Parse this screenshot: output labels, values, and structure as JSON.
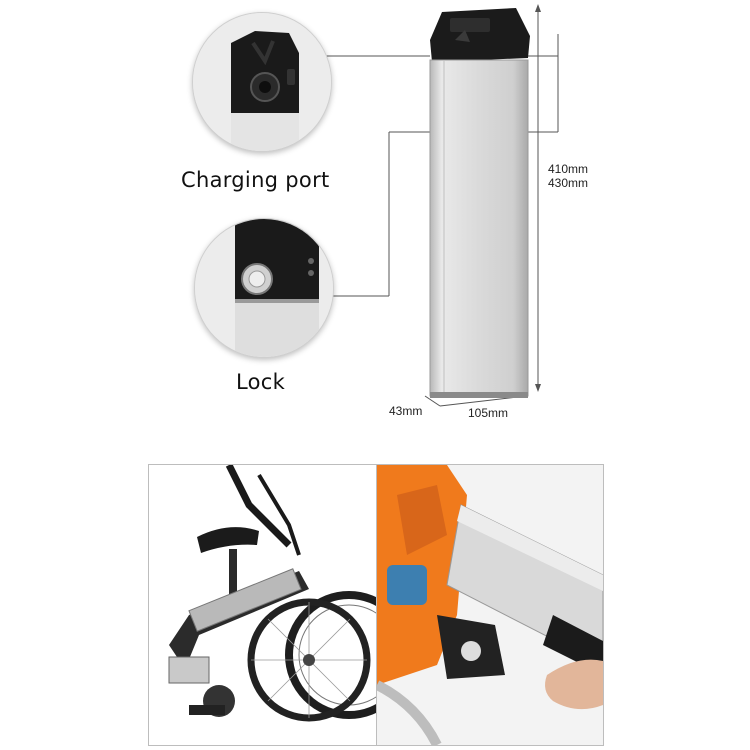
{
  "labels": {
    "charging_port": "Charging port",
    "lock": "Lock"
  },
  "dimensions": {
    "height_a": "410mm",
    "height_b": "430mm",
    "depth": "43mm",
    "width": "105mm"
  },
  "colors": {
    "battery_silver": "#d9d9d9",
    "battery_black": "#1b1b1b",
    "bike_orange": "#f07a1c",
    "callout_line": "#555555"
  },
  "icons": {
    "charging_port_closeup": "charging-port-icon",
    "lock_closeup": "lock-icon",
    "battery": "battery-icon",
    "folded_bike": "folding-bike-icon",
    "hand": "hand-icon"
  }
}
